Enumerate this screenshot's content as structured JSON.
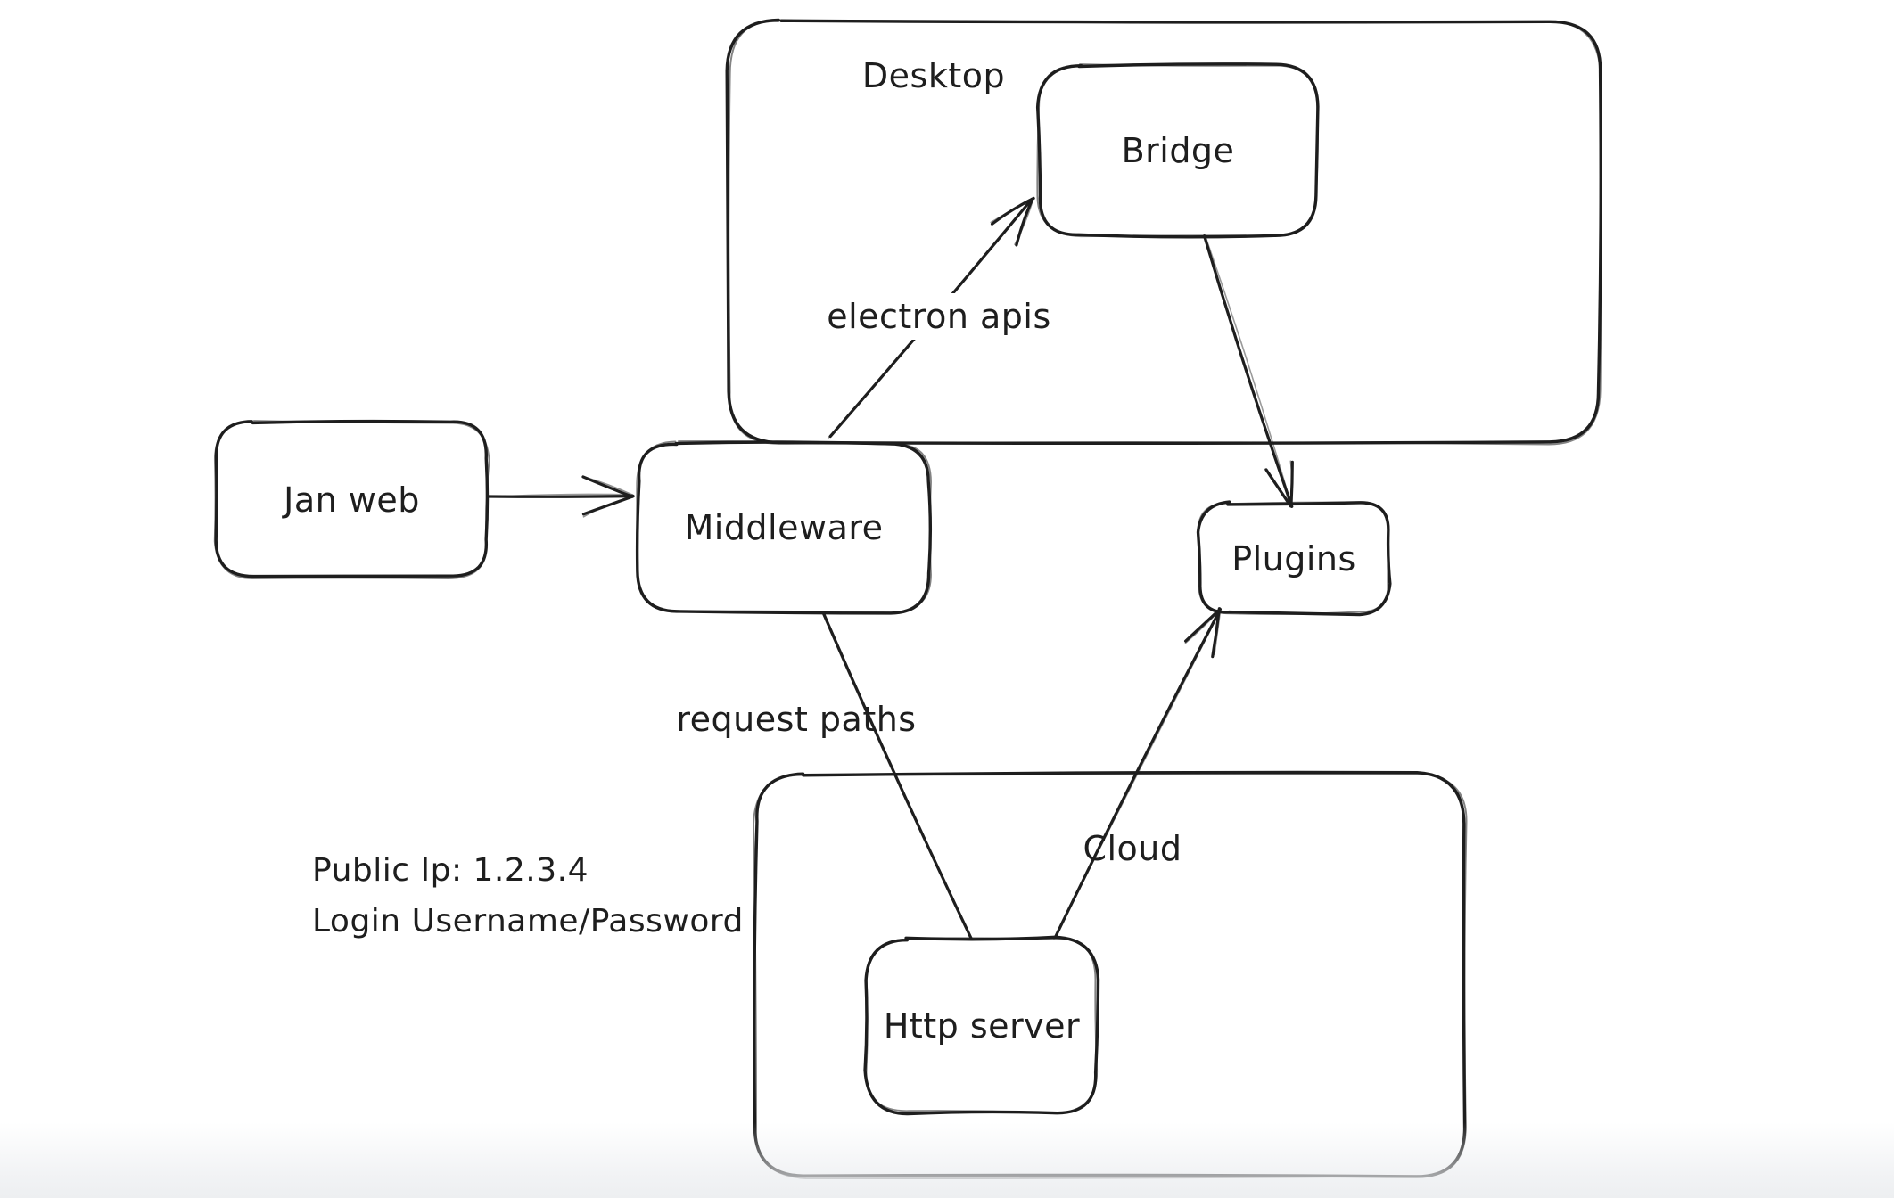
{
  "colors": {
    "stroke": "#1e1e1e",
    "background": "#ffffff"
  },
  "diagram": {
    "containers": [
      {
        "id": "desktop",
        "label": "Desktop"
      },
      {
        "id": "cloud",
        "label": "Cloud"
      }
    ],
    "nodes": [
      {
        "id": "jan-web",
        "label": "Jan web"
      },
      {
        "id": "middleware",
        "label": "Middleware"
      },
      {
        "id": "bridge",
        "label": "Bridge"
      },
      {
        "id": "plugins",
        "label": "Plugins"
      },
      {
        "id": "http-server",
        "label": "Http server"
      }
    ],
    "edges": [
      {
        "from": "jan-web",
        "to": "middleware",
        "label": ""
      },
      {
        "from": "middleware",
        "to": "bridge",
        "label": "electron apis"
      },
      {
        "from": "bridge",
        "to": "plugins",
        "label": ""
      },
      {
        "from": "middleware",
        "to": "http-server",
        "label": "request paths"
      },
      {
        "from": "http-server",
        "to": "plugins",
        "label": ""
      }
    ],
    "notes": [
      {
        "id": "credentials",
        "line1": "Public Ip: 1.2.3.4",
        "line2": "Login Username/Password"
      }
    ]
  }
}
